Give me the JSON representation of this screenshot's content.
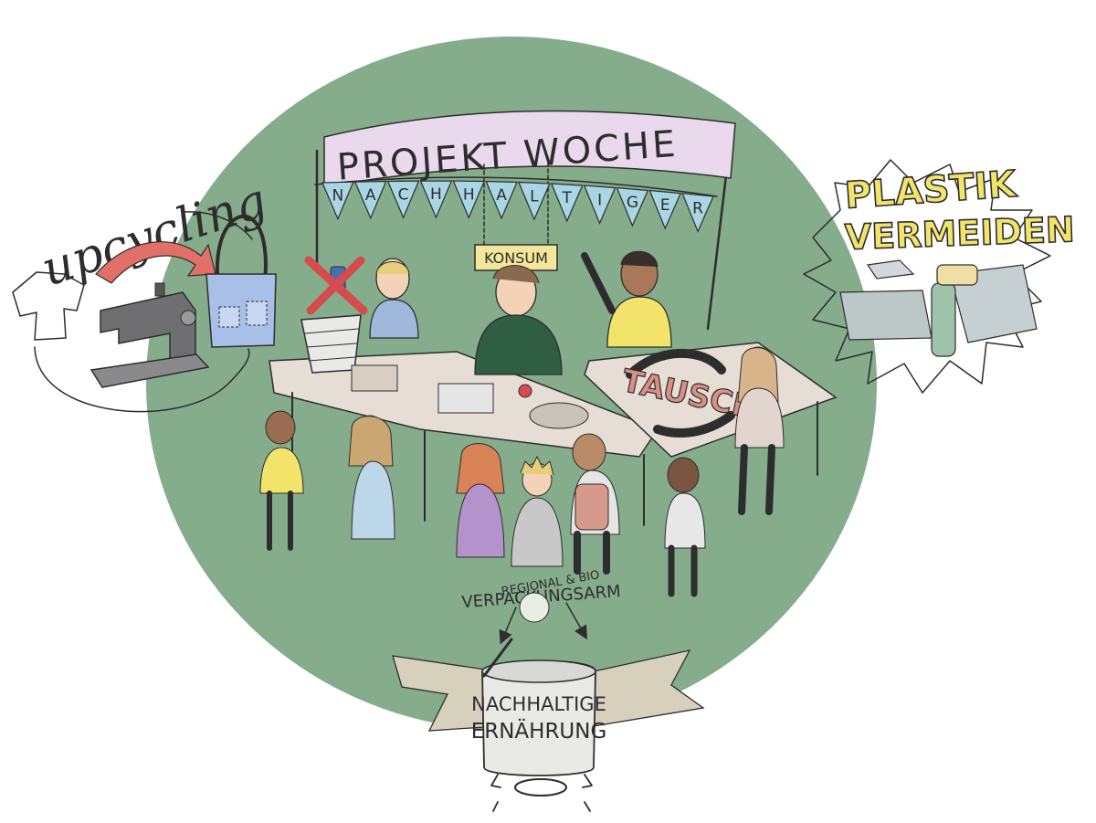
{
  "colors": {
    "circle": "#85ac8b",
    "banner": "#ead9ec",
    "flag": "#a9d6e4",
    "table": "#e6ddd4",
    "sign": "#f4e79a",
    "scroll": "#d7d0bd",
    "pot": "#e9e9e6",
    "arrow": "#e07068",
    "tausch": "#d98f83",
    "plastic_burst": "#ffffff",
    "denim": "#a8c0e8"
  },
  "banner": {
    "title": "PROJEKT WOCHE",
    "pennant_letters": [
      "N",
      "A",
      "C",
      "H",
      "H",
      "A",
      "L",
      "T",
      "I",
      "G",
      "E",
      "R"
    ]
  },
  "sign": {
    "text": "KONSUM"
  },
  "tausch": {
    "text": "TAUSCH"
  },
  "upcycling": {
    "text": "upcycling"
  },
  "plastik": {
    "line1": "PLASTIK",
    "line2": "VERMEIDEN"
  },
  "food": {
    "label1": "REGIONAL & BIO",
    "label2": "VERPACKUNGSARM"
  },
  "ribbon": {
    "line1": "NACHHALTIGE",
    "line2": "ERNÄHRUNG"
  },
  "icons": {
    "crossed_can": "no-can-icon",
    "sewing_machine": "sewing-machine-icon",
    "bag": "upcycled-bag-icon",
    "pot": "cooking-pot-icon",
    "stove": "stove-burner-icon"
  }
}
